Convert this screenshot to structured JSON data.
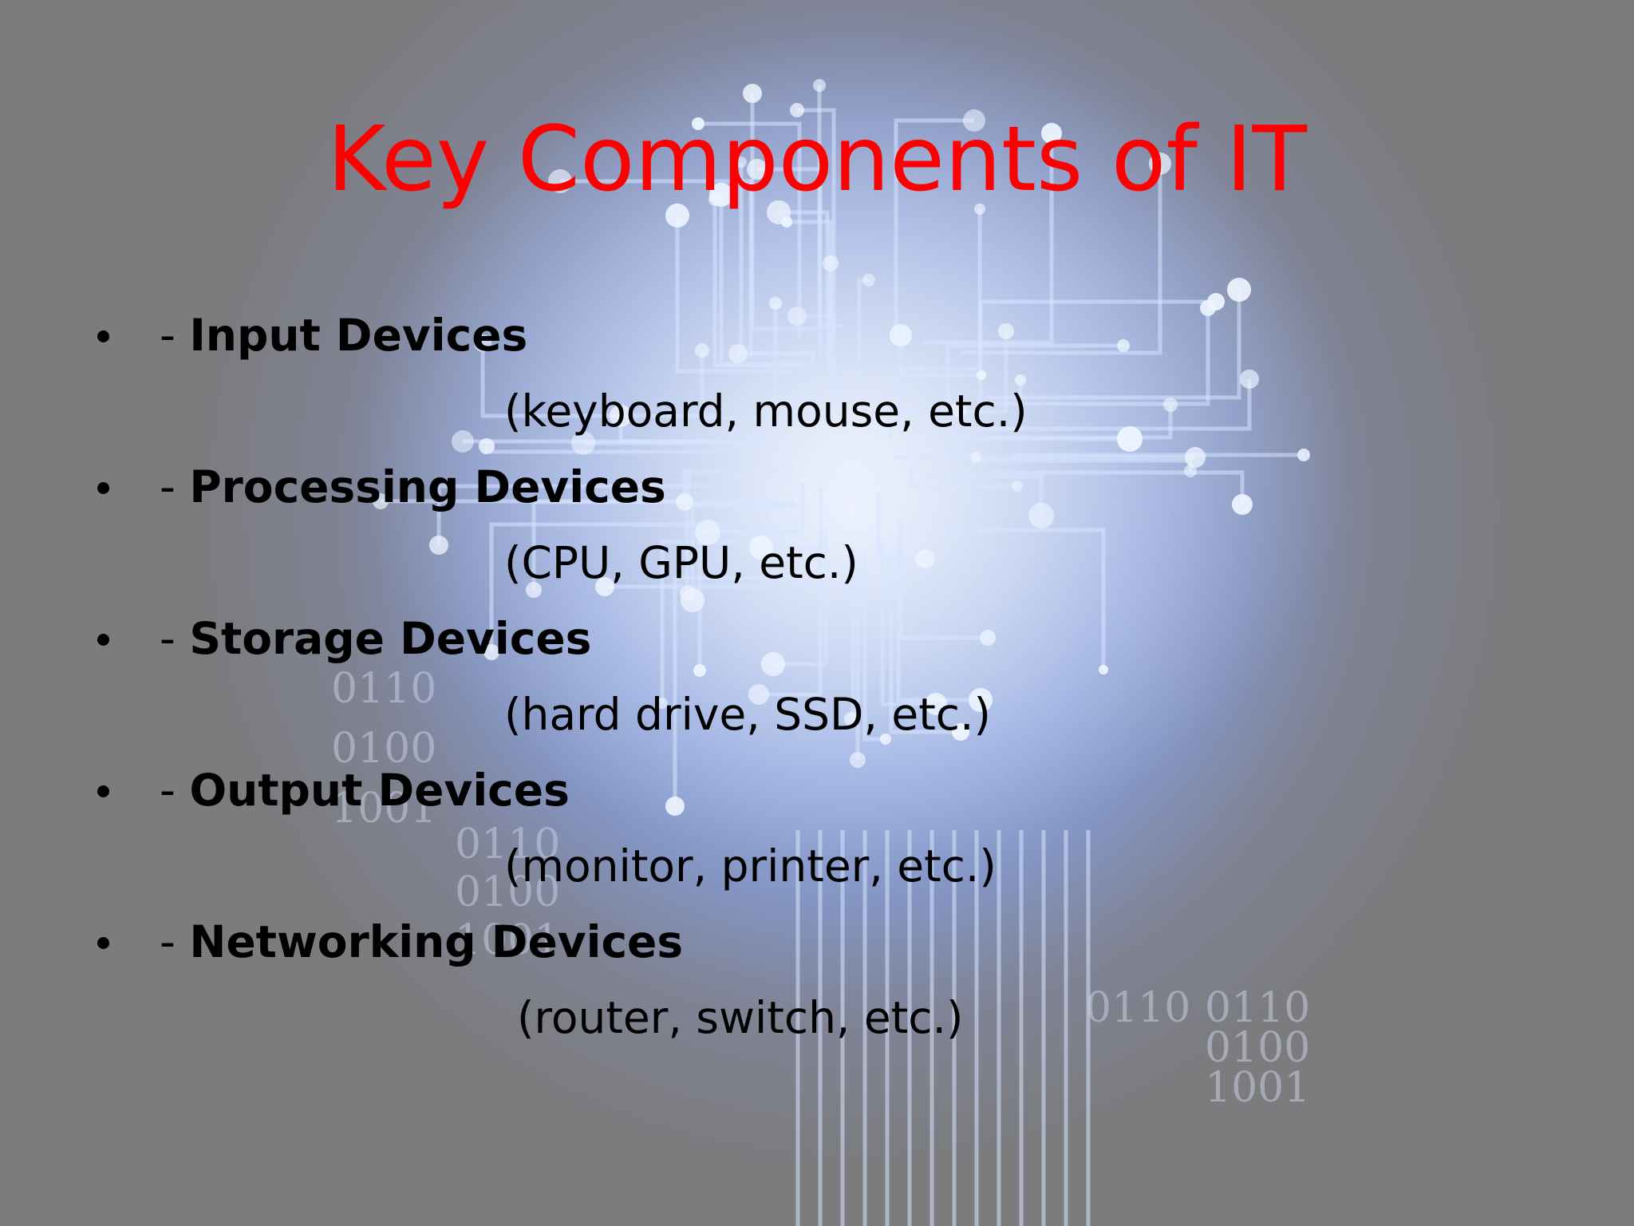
{
  "slide": {
    "title": "Key Components of IT",
    "title_color": "#ff0000",
    "items": [
      {
        "dash": "- ",
        "label": "Input Devices",
        "detail": "(keyboard, mouse, etc.)"
      },
      {
        "dash": "- ",
        "label": "Processing Devices",
        "detail": "(CPU, GPU, etc.)"
      },
      {
        "dash": "- ",
        "label": "Storage Devices",
        "detail": "(hard drive, SSD, etc.)"
      },
      {
        "dash": "- ",
        "label": "Output Devices",
        "detail": "(monitor, printer, etc.)"
      },
      {
        "dash": "- ",
        "label": "Networking Devices",
        "detail": "(router, switch, etc.)"
      }
    ]
  },
  "background": {
    "icon": "circuit-brain-illustration",
    "binary_text": [
      "0110",
      "0100",
      "1001",
      "0110",
      "0100",
      "1001",
      "0110",
      "0100",
      "1001",
      "0110"
    ],
    "accent": "#9fc0ff"
  }
}
